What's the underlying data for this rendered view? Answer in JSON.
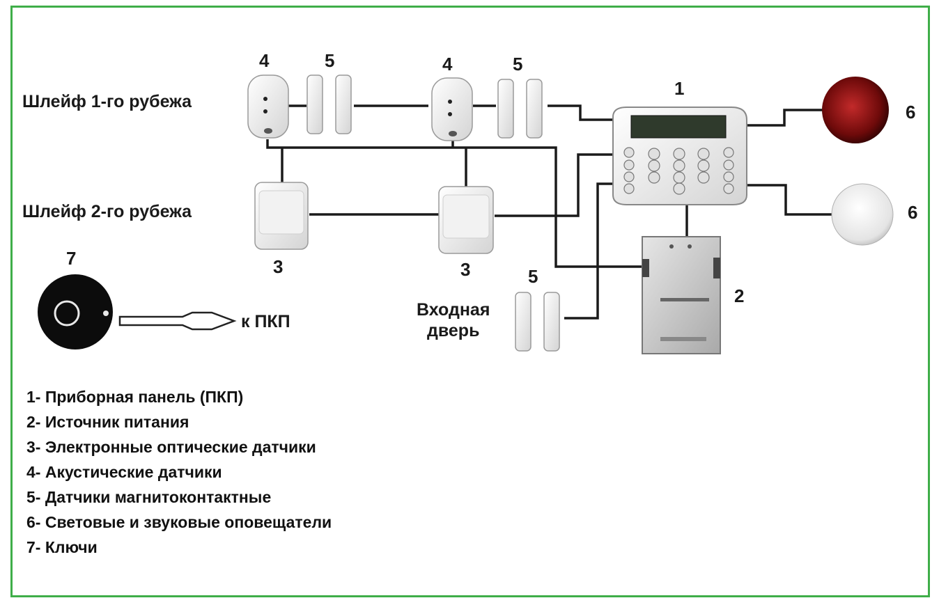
{
  "labels": {
    "loop1": "Шлейф 1-го рубежа",
    "loop2": "Шлейф 2-го рубежа",
    "entry_door": [
      "Входная",
      "дверь"
    ],
    "to_panel": "к ПКП"
  },
  "numbers": {
    "panel": "1",
    "power": "2",
    "optical": "3",
    "acoustic": "4",
    "magnetic": "5",
    "signaller": "6",
    "key": "7"
  },
  "legend": [
    "1- Приборная панель (ПКП)",
    "2- Источник питания",
    "3- Электронные оптические датчики",
    "4- Акустические датчики",
    "5- Датчики магнитоконтактные",
    "6- Световые и звуковые оповещатели",
    "7- Ключи"
  ],
  "colors": {
    "frame": "#3fae49",
    "wire": "#1a1a1a",
    "light_signaller": "#8b0f0f",
    "lcd": "#2f3a2c"
  }
}
